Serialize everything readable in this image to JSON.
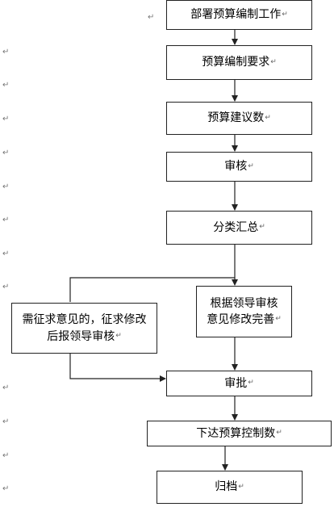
{
  "nodes": {
    "deploy": "部署预算编制工作",
    "requirements": "预算编制要求",
    "proposal": "预算建议数",
    "review": "审核",
    "classify": "分类汇总",
    "opinion": "需征求意见的，征求修改后报领导审核",
    "revise": "根据领导审核意见修改完善",
    "approve": "审批",
    "issue": "下达预算控制数",
    "archive": "归档"
  },
  "paragraph_mark": "↵"
}
